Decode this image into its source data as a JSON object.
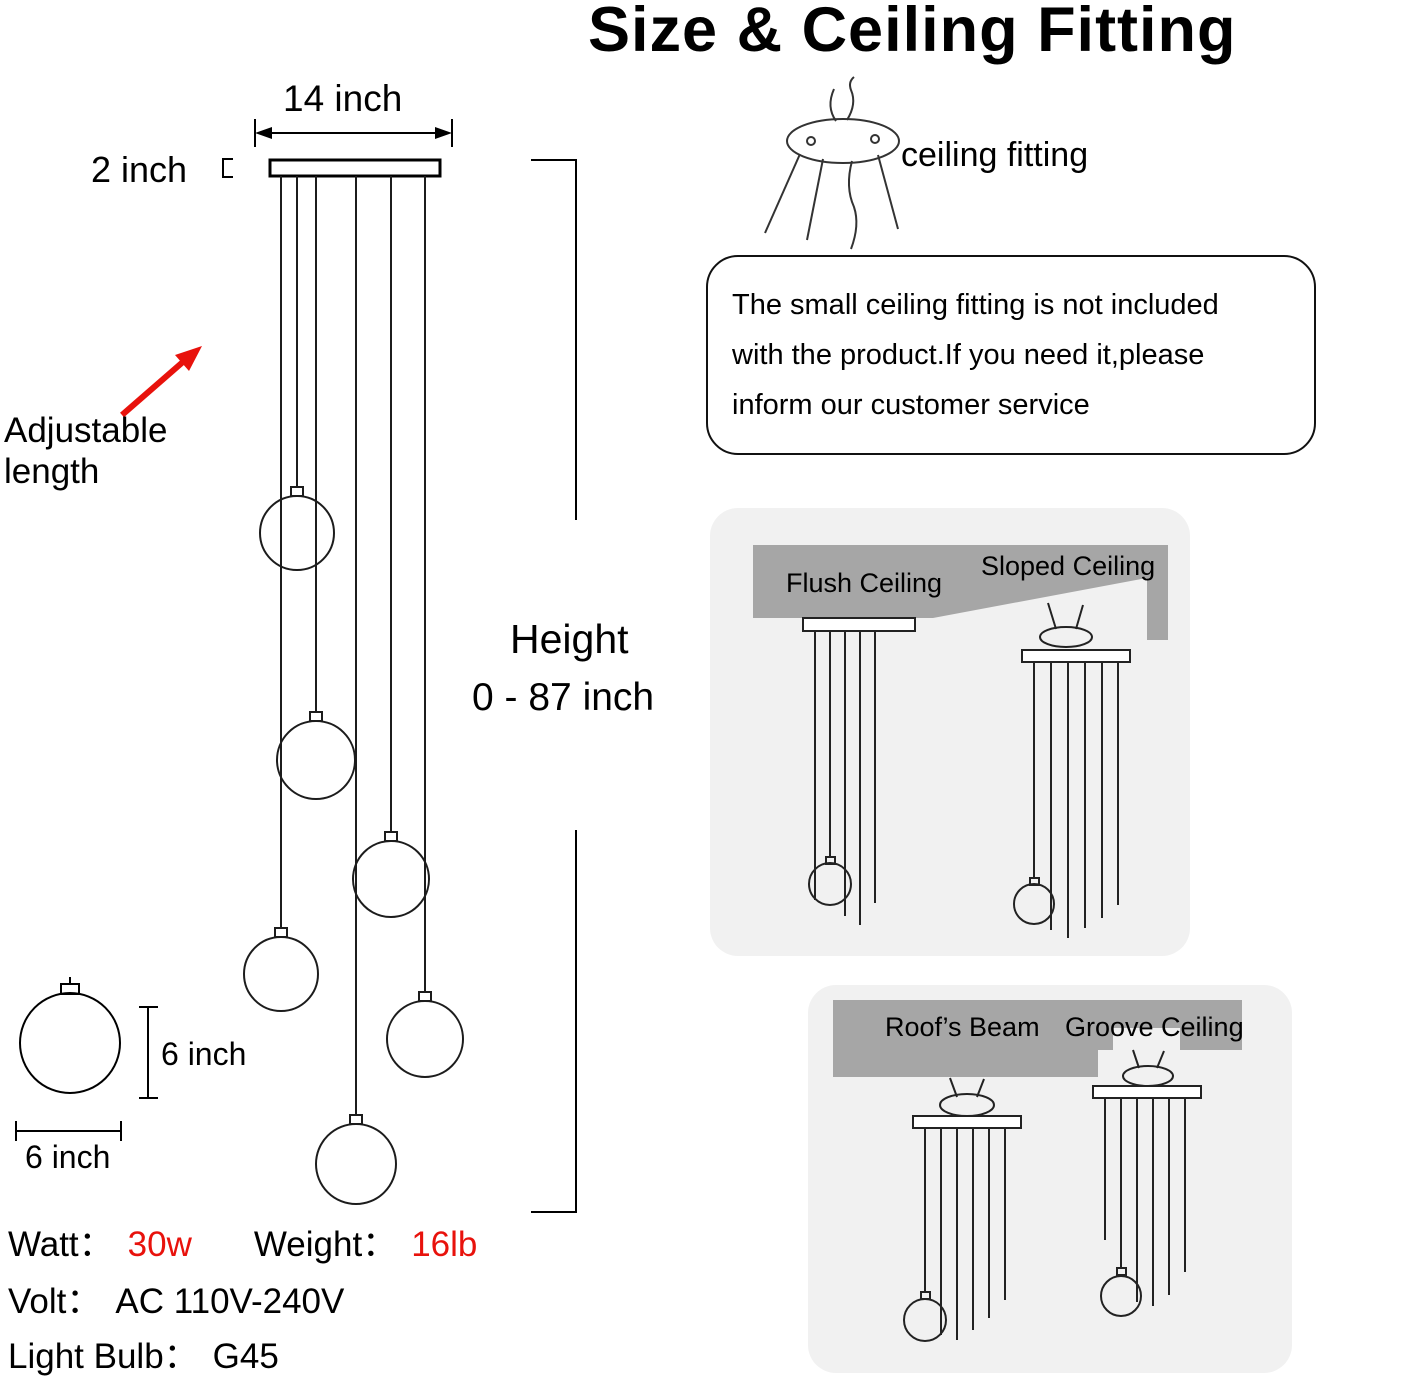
{
  "title": "Size & Ceiling Fitting",
  "colors": {
    "accent_red": "#e8120c",
    "ceiling_gray": "#a6a6a6",
    "panel_gray": "#f1f1f1"
  },
  "dimensions": {
    "canopy_width": "14 inch",
    "canopy_thickness": "2 inch",
    "adjustable_line1": "Adjustable",
    "adjustable_line2": "length",
    "height_title": "Height",
    "height_range": "0 - 87 inch",
    "globe_height": "6 inch",
    "globe_width": "6 inch"
  },
  "specs": {
    "watt_label": "Watt：",
    "watt_value": "30w",
    "weight_label": "Weight：",
    "weight_value": "16lb",
    "volt_label": "Volt：",
    "volt_value": "AC 110V-240V",
    "bulb_label": "Light Bulb：",
    "bulb_value": "G45"
  },
  "fitting": {
    "caption": "ceiling fitting",
    "note_line1": "The small ceiling fitting is not included",
    "note_line2": "with the product.If you need it,please",
    "note_line3": "inform our customer service"
  },
  "ceiling_types": {
    "flush": "Flush Ceiling",
    "sloped": "Sloped Ceiling",
    "beam": "Roof’s Beam",
    "groove": "Groove Ceiling"
  }
}
